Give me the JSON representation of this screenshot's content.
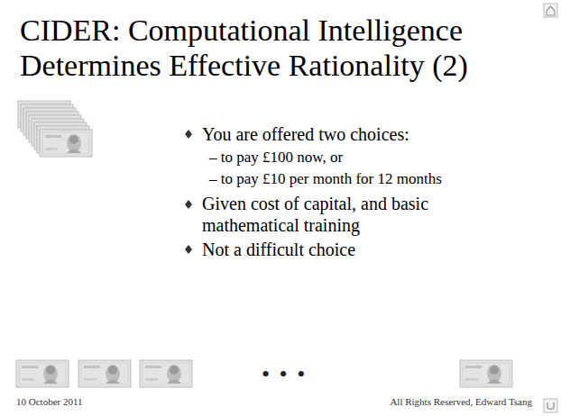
{
  "diagram": {
    "title": "CIDER: Computational Intelligence Determines Effective Rationality (2)",
    "labels": [
      "You are offered two choices:",
      "– to pay £100 now, or",
      "– to pay £10 per month for 12 months",
      "Given cost of capital, and basic mathematical training",
      "Not a difficult choice",
      "• • •",
      "10 October 2011",
      "All Rights Reserved, Edward Tsang"
    ]
  }
}
